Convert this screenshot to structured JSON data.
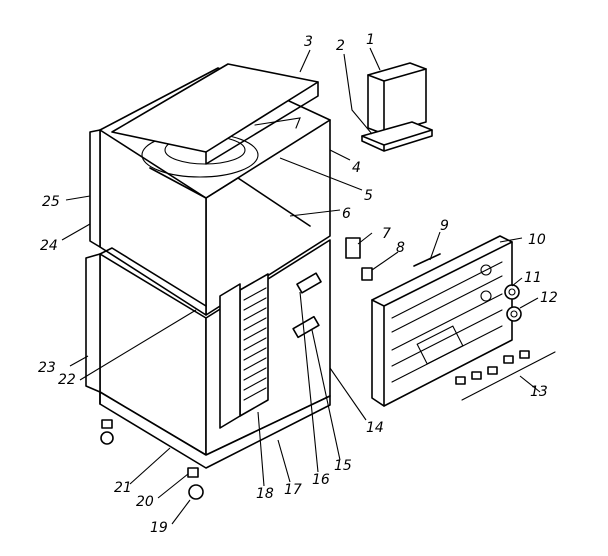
{
  "diagram": {
    "parts": [
      {
        "id": "p1",
        "number": "1"
      },
      {
        "id": "p2",
        "number": "2"
      },
      {
        "id": "p3",
        "number": "3"
      },
      {
        "id": "p4",
        "number": "4"
      },
      {
        "id": "p5",
        "number": "5"
      },
      {
        "id": "p6",
        "number": "6"
      },
      {
        "id": "p7",
        "number": "7"
      },
      {
        "id": "p8",
        "number": "8"
      },
      {
        "id": "p9",
        "number": "9"
      },
      {
        "id": "p10",
        "number": "10"
      },
      {
        "id": "p11",
        "number": "11"
      },
      {
        "id": "p12",
        "number": "12"
      },
      {
        "id": "p13",
        "number": "13"
      },
      {
        "id": "p14",
        "number": "14"
      },
      {
        "id": "p15",
        "number": "15"
      },
      {
        "id": "p16",
        "number": "16"
      },
      {
        "id": "p17",
        "number": "17"
      },
      {
        "id": "p18",
        "number": "18"
      },
      {
        "id": "p19",
        "number": "19"
      },
      {
        "id": "p20",
        "number": "20"
      },
      {
        "id": "p21",
        "number": "21"
      },
      {
        "id": "p22",
        "number": "22"
      },
      {
        "id": "p23",
        "number": "23"
      },
      {
        "id": "p24",
        "number": "24"
      },
      {
        "id": "p25",
        "number": "25"
      }
    ]
  }
}
